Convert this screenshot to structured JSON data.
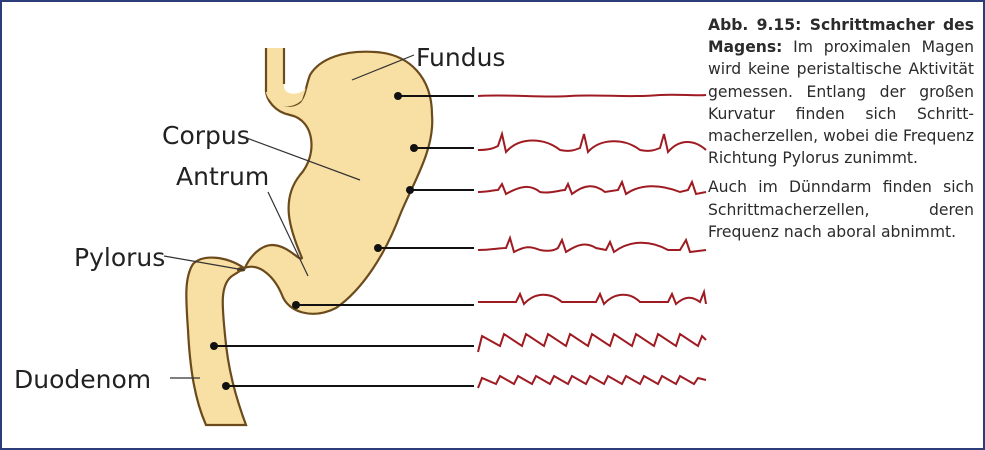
{
  "colors": {
    "frame": "#2c3d7a",
    "stomach_fill": "#f8dfa4",
    "stomach_outline": "#6b4a1c",
    "trace": "#9e1b22",
    "lines": "#111111"
  },
  "labels": {
    "fundus": "Fundus",
    "corpus": "Corpus",
    "antrum": "Antrum",
    "pylorus": "Pylorus",
    "duodenum": "Duodenom"
  },
  "caption": {
    "title": "Abb. 9.15: Schritt­macher des Magens:",
    "paragraph1": "Im proximalen Magen wird keine peristaltische Aktivität gemessen. Ent­lang der großen Kurvatur finden sich Schritt­macherzellen, wobei die Frequenz Richtung Pylorus zunimmt.",
    "paragraph2": "Auch im Dünndarm finden sich Schritt­macherzellen, deren Frequenz nach aboral ab­nimmt."
  },
  "recordings": [
    {
      "site": "fundus",
      "pattern": "flat",
      "spikes": 0
    },
    {
      "site": "corpus-upper",
      "pattern": "slow-wave",
      "spikes": 4
    },
    {
      "site": "corpus-lower",
      "pattern": "slow-wave",
      "spikes": 4
    },
    {
      "site": "antrum-upper",
      "pattern": "slow-wave",
      "spikes": 4
    },
    {
      "site": "antrum-lower",
      "pattern": "slow-wave",
      "spikes": 4
    },
    {
      "site": "duodenum-upper",
      "pattern": "fast-wave",
      "spikes": 9
    },
    {
      "site": "duodenum-lower",
      "pattern": "fast-wave",
      "spikes": 11
    }
  ]
}
